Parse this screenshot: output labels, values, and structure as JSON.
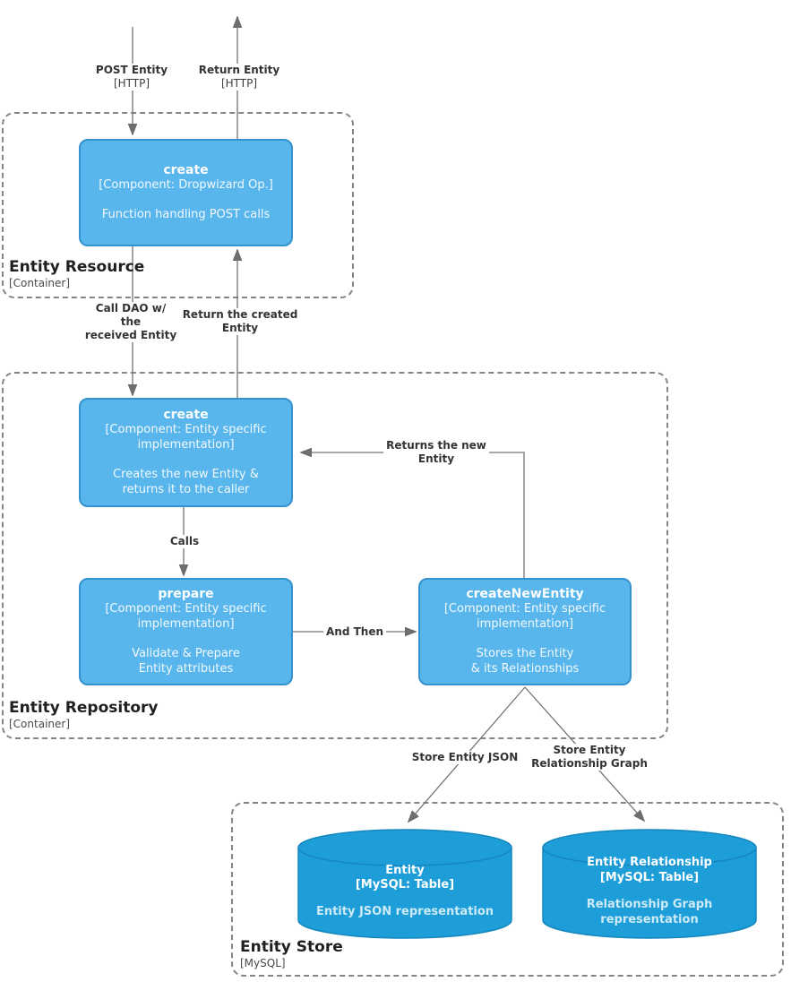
{
  "containers": {
    "resource": {
      "name": "Entity Resource",
      "type": "[Container]"
    },
    "repository": {
      "name": "Entity Repository",
      "type": "[Container]"
    },
    "store": {
      "name": "Entity Store",
      "type": "[MySQL]"
    }
  },
  "components": {
    "create_op": {
      "title": "create",
      "subtitle": "[Component: Dropwizard Op.]",
      "description": "Function handling POST calls"
    },
    "create_dao": {
      "title": "create",
      "subtitle": "[Component: Entity specific\nimplementation]",
      "description": "Creates the new Entity &\nreturns it to the caller"
    },
    "prepare": {
      "title": "prepare",
      "subtitle": "[Component: Entity specific\nimplementation]",
      "description": "Validate & Prepare\nEntity attributes"
    },
    "create_new_entity": {
      "title": "createNewEntity",
      "subtitle": "[Component: Entity specific\nimplementation]",
      "description": "Stores the Entity\n& its Relationships"
    }
  },
  "stores": {
    "entity_table": {
      "title": "Entity",
      "subtitle": "[MySQL: Table]",
      "description": "Entity JSON representation"
    },
    "relationship_table": {
      "title": "Entity Relationship",
      "subtitle": "[MySQL: Table]",
      "description": "Relationship Graph\nrepresentation"
    }
  },
  "edge_labels": {
    "post_entity": {
      "label": "POST Entity",
      "protocol": "[HTTP]"
    },
    "return_entity": {
      "label": "Return Entity",
      "protocol": "[HTTP]"
    },
    "call_dao": {
      "label": "Call DAO w/\nthe\nreceived Entity"
    },
    "return_created": {
      "label": "Return the created\nEntity"
    },
    "calls": {
      "label": "Calls"
    },
    "and_then": {
      "label": "And Then"
    },
    "returns_new": {
      "label": "Returns the new\nEntity"
    },
    "store_json": {
      "label": "Store Entity JSON"
    },
    "store_graph": {
      "label": "Store Entity\nRelationship Graph"
    }
  },
  "colors": {
    "component_fill": "#58b6ec",
    "component_border": "#3492cf",
    "store_fill": "#1d9ed9",
    "store_border": "#1587bd",
    "line": "#747474",
    "container_border": "#858585"
  }
}
